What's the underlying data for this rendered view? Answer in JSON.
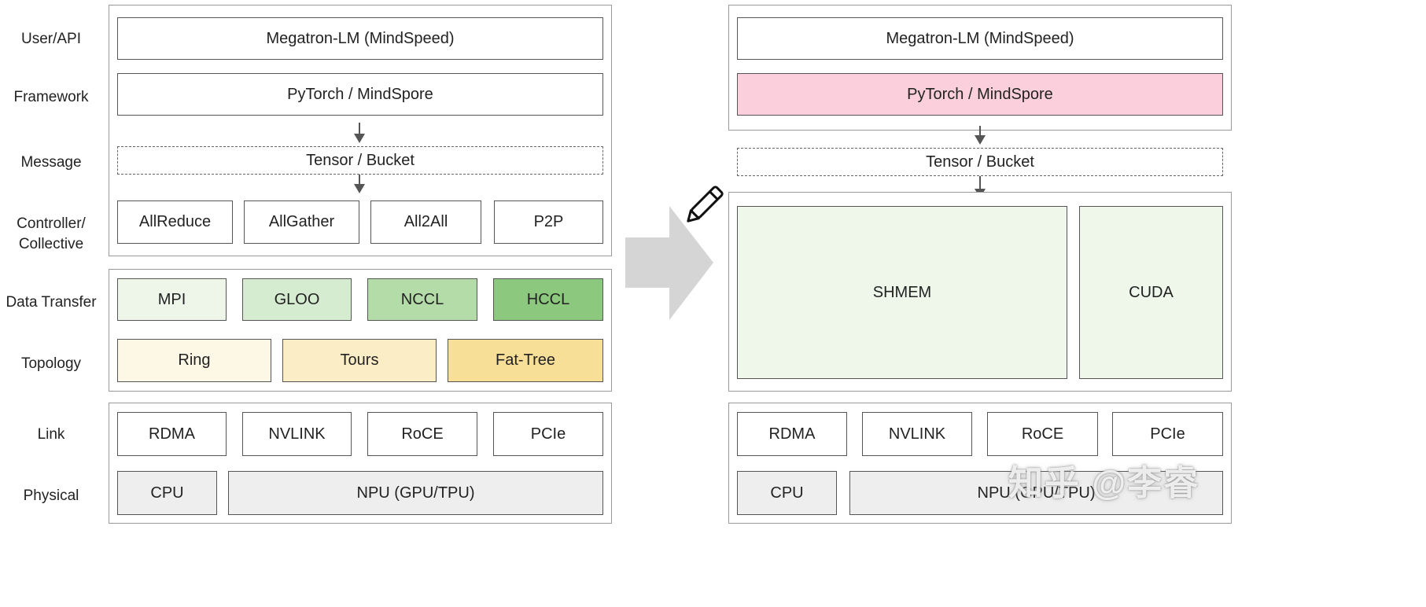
{
  "layer_labels": {
    "user_api": "User/API",
    "framework": "Framework",
    "message": "Message",
    "controller_line1": "Controller/",
    "controller_line2": "Collective",
    "data_transfer": "Data Transfer",
    "topology": "Topology",
    "link": "Link",
    "physical": "Physical"
  },
  "left": {
    "user_api": "Megatron-LM (MindSpeed)",
    "framework": "PyTorch / MindSpore",
    "message": "Tensor / Bucket",
    "collective": [
      "AllReduce",
      "AllGather",
      "All2All",
      "P2P"
    ],
    "data_transfer": [
      "MPI",
      "GLOO",
      "NCCL",
      "HCCL"
    ],
    "topology": [
      "Ring",
      "Tours",
      "Fat-Tree"
    ],
    "link": [
      "RDMA",
      "NVLINK",
      "RoCE",
      "PCIe"
    ],
    "physical": [
      "CPU",
      "NPU (GPU/TPU)"
    ]
  },
  "right": {
    "user_api": "Megatron-LM (MindSpeed)",
    "framework": "PyTorch / MindSpore",
    "message": "Tensor / Bucket",
    "shmem": "SHMEM",
    "cuda": "CUDA",
    "link": [
      "RDMA",
      "NVLINK",
      "RoCE",
      "PCIe"
    ],
    "physical": [
      "CPU",
      "NPU (GPU/TPU)"
    ]
  },
  "colors": {
    "data_transfer": [
      "#eef6ea",
      "#d6ecd0",
      "#b4dca9",
      "#8cc97e"
    ],
    "topology": [
      "#fdf7e6",
      "#fbeec7",
      "#f7df98"
    ],
    "framework_highlight": "#fbd0dc",
    "shmem_cuda_fill": "#eef7ea",
    "physical_fill": "#eeeeee"
  },
  "icons": {
    "transition": "big-right-arrow-icon",
    "pencil": "pencil-icon"
  },
  "watermark": "知乎 @李睿"
}
